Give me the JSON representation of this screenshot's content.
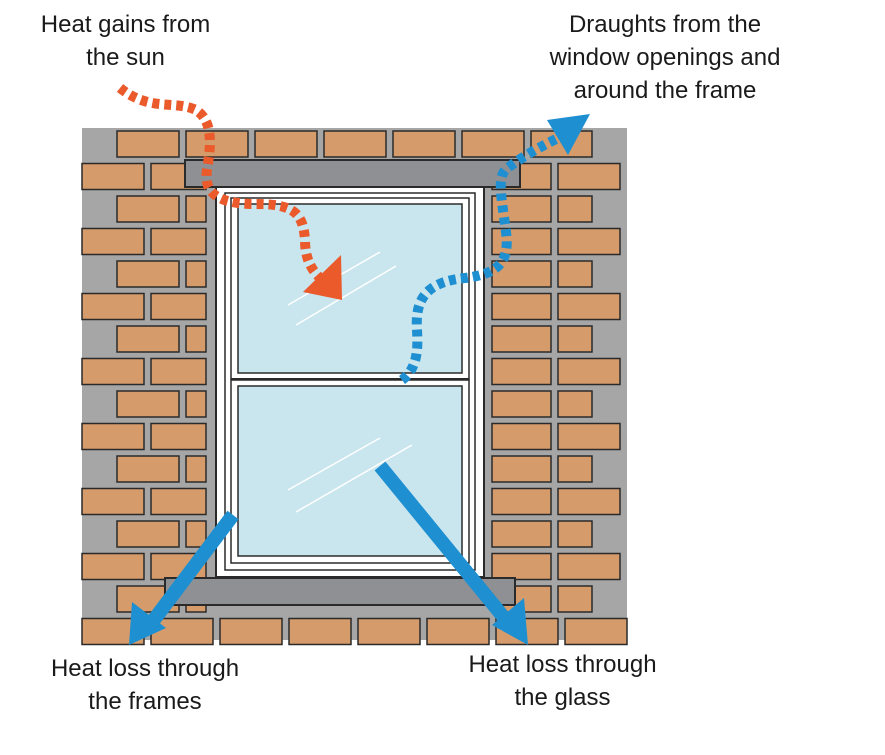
{
  "labels": {
    "sun": {
      "line1": "Heat gains from",
      "line2": "the sun"
    },
    "draughts": {
      "line1": "Draughts from the",
      "line2": "window openings and",
      "line3": "around the frame"
    },
    "frames": {
      "line1": "Heat loss through",
      "line2": "the frames"
    },
    "glass": {
      "line1": "Heat loss through",
      "line2": "the glass"
    }
  },
  "colors": {
    "brick": "#d59b6b",
    "mortar": "#a6a6a6",
    "lintel": "#8f9093",
    "glass": "#c9e5ee",
    "frame": "#ffffff",
    "outline": "#2a2a2a",
    "heat_gain": "#ea5a2b",
    "heat_loss": "#1e8fd0"
  }
}
